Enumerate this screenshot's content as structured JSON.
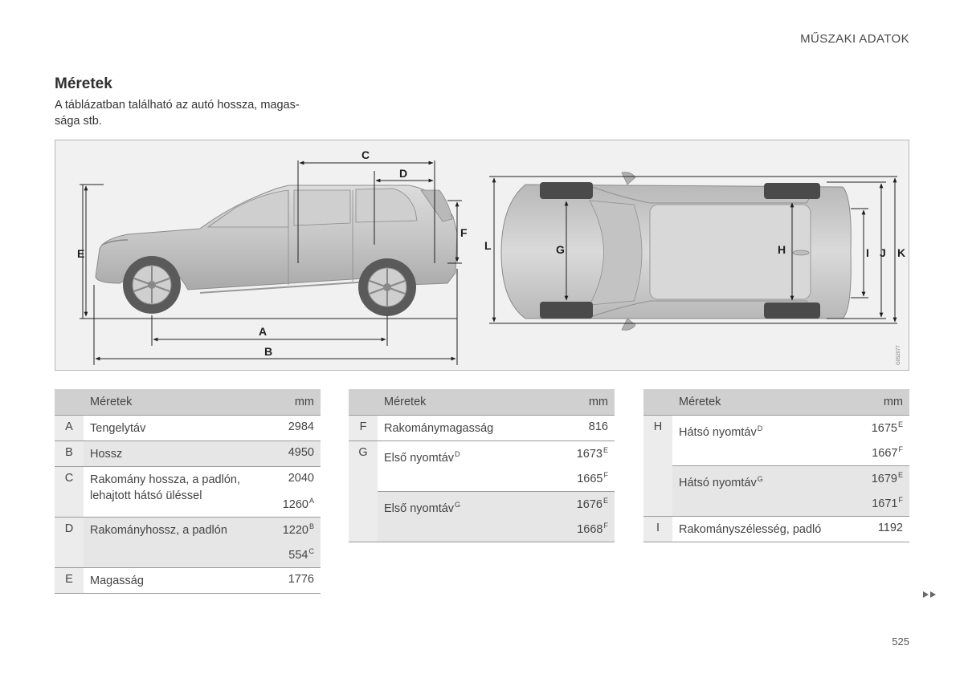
{
  "header": {
    "section": "MŰSZAKI ADATOK"
  },
  "title": "Méretek",
  "intro": "A táblázatban található az autó hossza, magas-ság a stb.",
  "figure": {
    "labels": {
      "A": "A",
      "B": "B",
      "C": "C",
      "D": "D",
      "E": "E",
      "F": "F",
      "G": "G",
      "H": "H",
      "I": "I",
      "J": "J",
      "K": "K",
      "L": "L"
    },
    "code": "G052077"
  },
  "tables": [
    {
      "header": {
        "name": "Méretek",
        "unit": "mm"
      },
      "rows": [
        {
          "key": "A",
          "name": "Tengelytáv",
          "values": [
            {
              "value": "2984",
              "sup": ""
            }
          ]
        },
        {
          "key": "B",
          "name": "Hossz",
          "values": [
            {
              "value": "4950",
              "sup": ""
            }
          ]
        },
        {
          "key": "C",
          "name": "Rakomány hossza, a padlón, lehajtott hátsó üléssel",
          "values": [
            {
              "value": "2040",
              "sup": ""
            },
            {
              "value": "1260",
              "sup": "A"
            }
          ]
        },
        {
          "key": "D",
          "name": "Rakományhossz, a padlón",
          "values": [
            {
              "value": "1220",
              "sup": "B"
            },
            {
              "value": "554",
              "sup": "C"
            }
          ]
        },
        {
          "key": "E",
          "name": "Magasság",
          "values": [
            {
              "value": "1776",
              "sup": ""
            }
          ]
        }
      ]
    },
    {
      "header": {
        "name": "Méretek",
        "unit": "mm"
      },
      "rows": [
        {
          "key": "F",
          "name": "Rakománymagasság",
          "value": "816",
          "sup": ""
        },
        {
          "key": "G",
          "name": "Első nyomtáv",
          "name_sup": "D",
          "value": "1673",
          "sup": "E"
        },
        {
          "value": "1665",
          "sup": "F"
        },
        {
          "name": "Első nyomtáv",
          "name_sup": "G",
          "value": "1676",
          "sup": "E"
        },
        {
          "value": "1668",
          "sup": "F"
        }
      ]
    },
    {
      "header": {
        "name": "Méretek",
        "unit": "mm"
      },
      "rows": [
        {
          "key": "H",
          "name": "Hátsó nyomtáv",
          "name_sup": "D",
          "value": "1675",
          "sup": "E"
        },
        {
          "value": "1667",
          "sup": "F"
        },
        {
          "name": "Hátsó nyomtáv",
          "name_sup": "G",
          "value": "1679",
          "sup": "E"
        },
        {
          "value": "1671",
          "sup": "F"
        },
        {
          "key": "I",
          "name": "Rakományszélesség, padló",
          "value": "1192",
          "sup": ""
        }
      ]
    }
  ],
  "continue_icon": "double-triangle-right-icon",
  "page_number": "525"
}
